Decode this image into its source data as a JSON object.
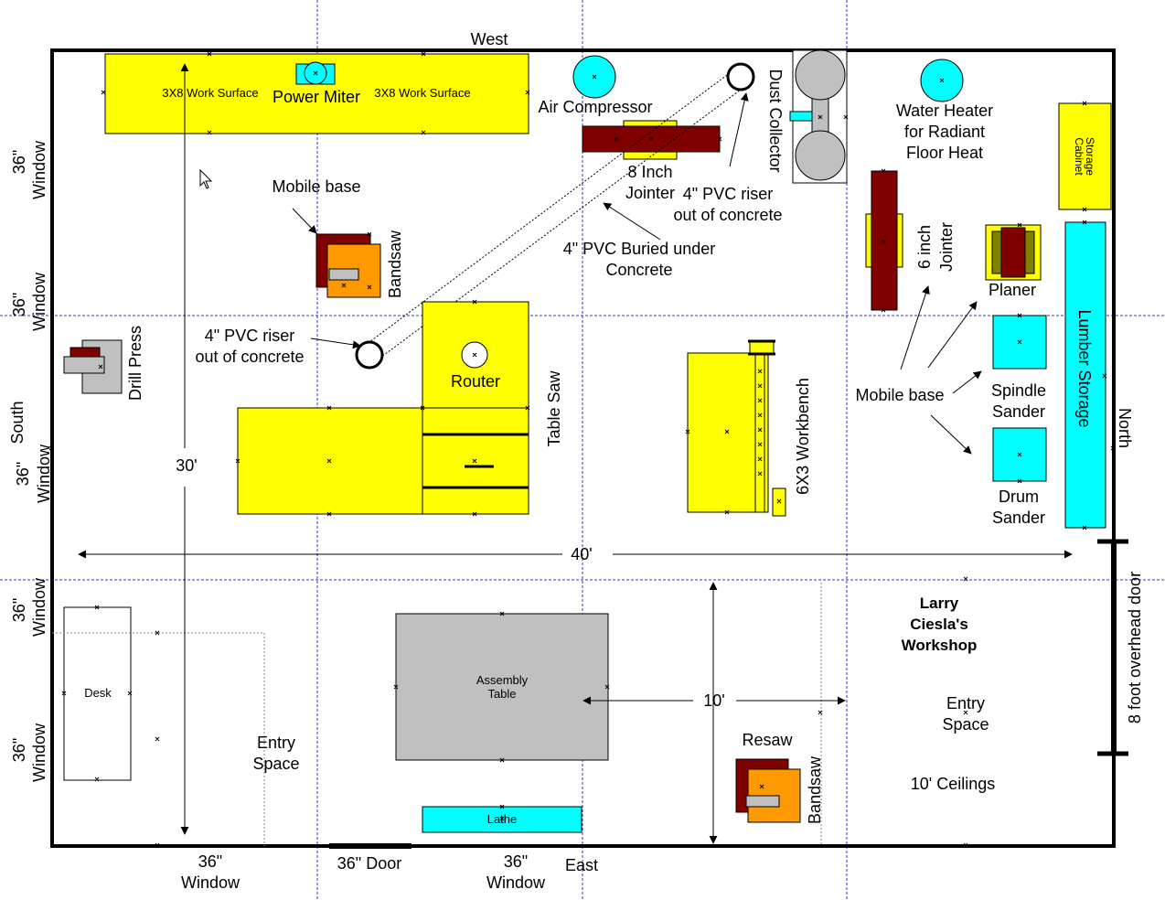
{
  "compass": {
    "west": "West",
    "east": "East",
    "south": "South",
    "north": "North"
  },
  "windows": {
    "window": "Window",
    "size": "36\""
  },
  "door": {
    "label": "36\" Door"
  },
  "overhead_door": {
    "label": "8 foot overhead door"
  },
  "dimensions": {
    "width": "40'",
    "depth": "30'",
    "aisle": "10'"
  },
  "title": {
    "line1": "Larry",
    "line2": "Ciesla's",
    "line3": "Workshop"
  },
  "notes": {
    "ceilings": "10' Ceilings",
    "entry1": "Entry",
    "entry2": "Space"
  },
  "equipment": {
    "work_surface_left": "3X8 Work Surface",
    "work_surface_right": "3X8 Work Surface",
    "power_miter": "Power Miter",
    "air_compressor": "Air Compressor",
    "jointer8_line1": "8 Inch",
    "jointer8_line2": "Jointer",
    "dust_collector": "Dust Collector",
    "water_heater_line1": "Water Heater",
    "water_heater_line2": "for Radiant",
    "water_heater_line3": "Floor Heat",
    "storage_cabinet_line1": "Storage",
    "storage_cabinet_line2": "Cabinet",
    "mobile_base": "Mobile base",
    "bandsaw": "Bandsaw",
    "pvc_riser_top_line1": "4\" PVC riser",
    "pvc_riser_top_line2": "out of concrete",
    "pvc_buried_line1": "4\" PVC Buried under",
    "pvc_buried_line2": "Concrete",
    "pvc_riser_left_line1": "4\" PVC riser",
    "pvc_riser_left_line2": "out of concrete",
    "jointer6_line1": "6 inch",
    "jointer6_line2": "Jointer",
    "planer": "Planer",
    "lumber_storage": "Lumber Storage",
    "drill_press": "Drill Press",
    "router": "Router",
    "table_saw": "Table Saw",
    "workbench": "6X3 Workbench",
    "spindle_sander_line1": "Spindle",
    "spindle_sander_line2": "Sander",
    "drum_sander_line1": "Drum",
    "drum_sander_line2": "Sander",
    "desk": "Desk",
    "assembly_table_line1": "Assembly",
    "assembly_table_line2": "Table",
    "lathe": "Lathe",
    "resaw": "Resaw"
  },
  "colors": {
    "yellow": "#ffff00",
    "cyan": "#00ffff",
    "maroon": "#800000",
    "orange": "#ff9900",
    "gray": "#c0c0c0",
    "guide": "#3333cc"
  }
}
